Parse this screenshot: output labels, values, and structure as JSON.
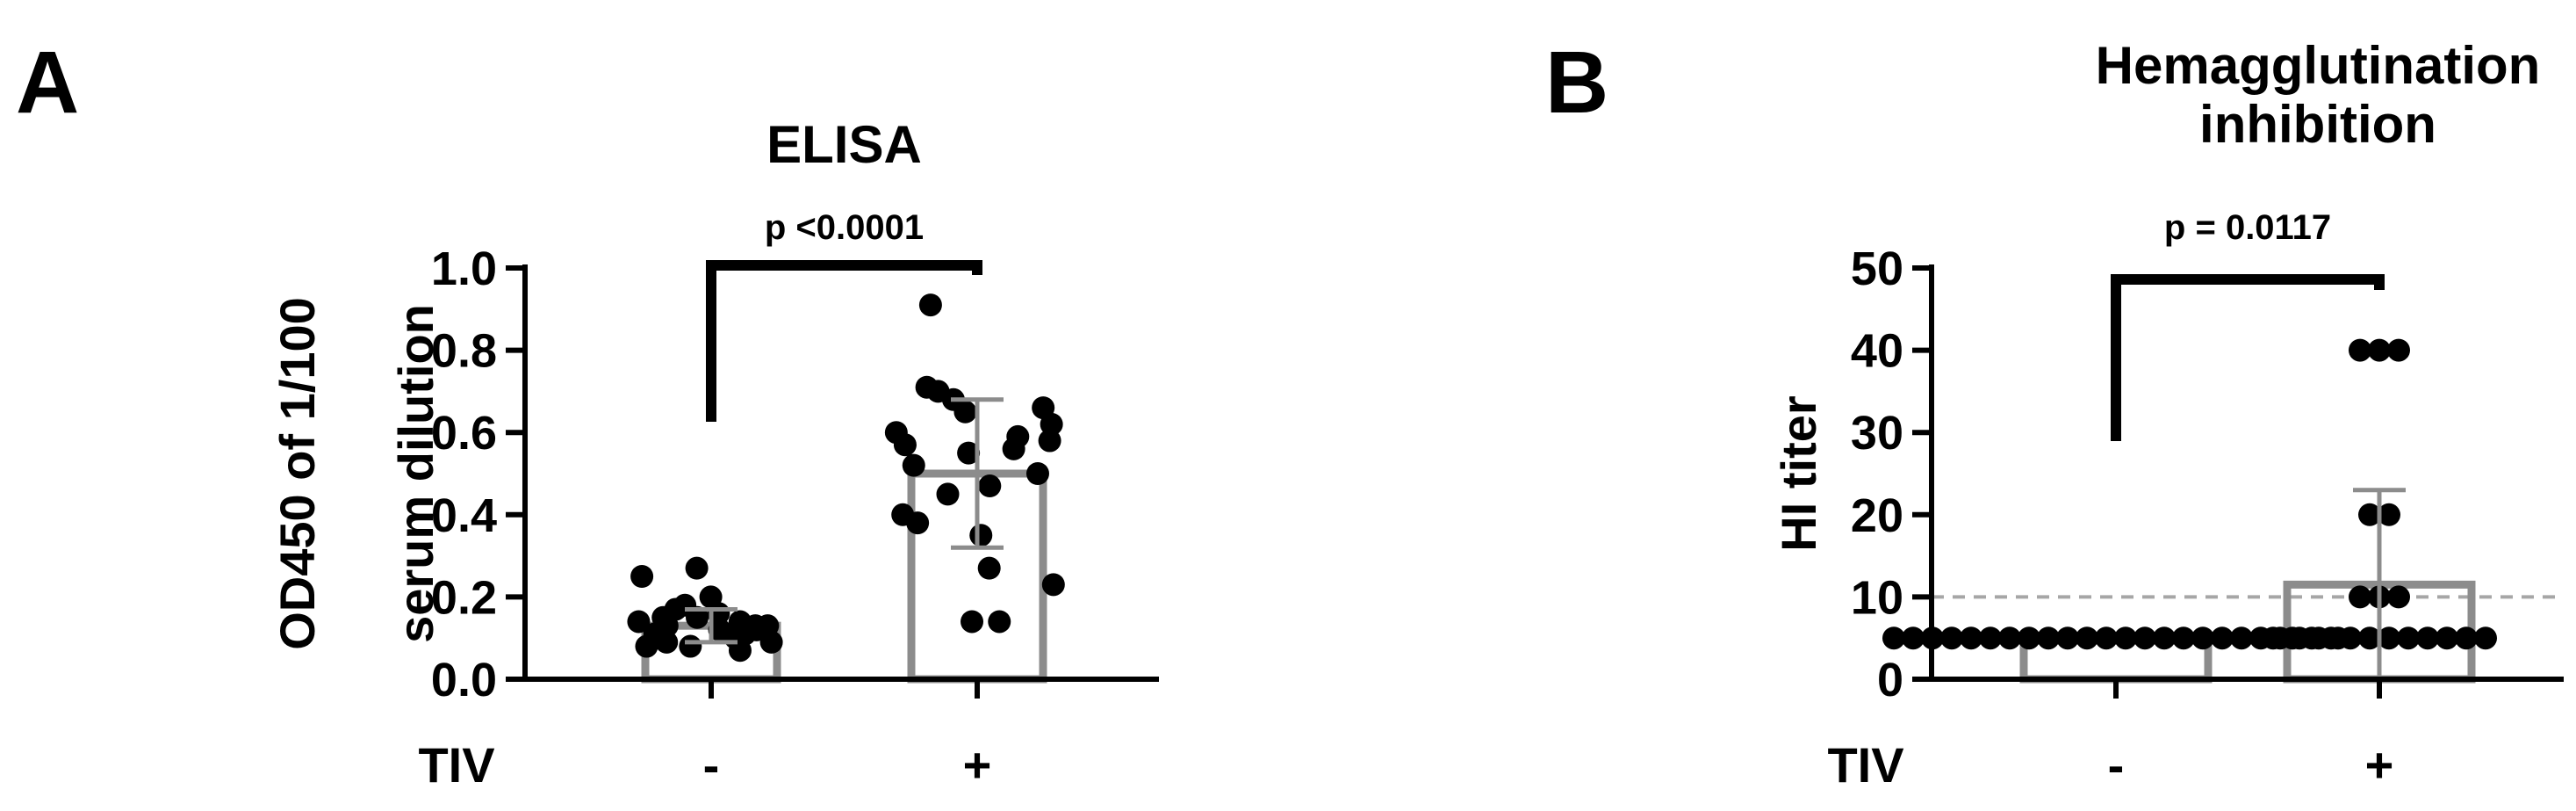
{
  "panels": {
    "A": {
      "letter": "A"
    },
    "B": {
      "letter": "B"
    }
  },
  "colors": {
    "bar": "#8c8c8c",
    "dots": "#000000",
    "threshold": "#a6a6a6"
  },
  "chart_data": [
    {
      "type": "bar",
      "panel": "A",
      "title": "ELISA",
      "ylabel_lines": [
        "OD450 of 1/100",
        "serum dilution"
      ],
      "xlabel": "TIV",
      "categories": [
        "-",
        "+"
      ],
      "values": [
        0.13,
        0.5
      ],
      "error_sd": [
        0.04,
        0.18
      ],
      "ylim": [
        0.0,
        1.0
      ],
      "yticks": [
        "0.0",
        "0.2",
        "0.4",
        "0.6",
        "0.8",
        "1.0"
      ],
      "ytick_values": [
        0.0,
        0.2,
        0.4,
        0.6,
        0.8,
        1.0
      ],
      "points": [
        [
          0.25,
          0.27,
          0.2,
          0.18,
          0.17,
          0.16,
          0.15,
          0.15,
          0.14,
          0.14,
          0.13,
          0.13,
          0.12,
          0.12,
          0.11,
          0.1,
          0.1,
          0.09,
          0.09,
          0.08,
          0.08,
          0.07,
          0.13,
          0.11
        ],
        [
          0.91,
          0.71,
          0.7,
          0.68,
          0.66,
          0.65,
          0.62,
          0.6,
          0.59,
          0.58,
          0.57,
          0.56,
          0.55,
          0.52,
          0.5,
          0.47,
          0.45,
          0.4,
          0.38,
          0.35,
          0.27,
          0.23,
          0.14,
          0.14
        ]
      ],
      "comparison": {
        "p_value": "p <0.0001"
      },
      "grid": false
    },
    {
      "type": "bar",
      "panel": "B",
      "title_lines": [
        "Hemagglutination",
        "inhibition"
      ],
      "ylabel": "HI titer",
      "xlabel": "TIV",
      "categories": [
        "-",
        "+"
      ],
      "values": [
        5,
        11.5
      ],
      "error_sd": [
        0,
        11.5
      ],
      "ylim": [
        0,
        50
      ],
      "yticks": [
        "0",
        "10",
        "20",
        "30",
        "40",
        "50"
      ],
      "ytick_values": [
        0,
        10,
        20,
        30,
        40,
        50
      ],
      "threshold": 10,
      "points": [
        [
          5,
          5,
          5,
          5,
          5,
          5,
          5,
          5,
          5,
          5,
          5,
          5,
          5,
          5,
          5,
          5,
          5,
          5,
          5,
          5,
          5,
          5,
          5,
          5
        ],
        [
          40,
          40,
          40,
          20,
          20,
          10,
          10,
          10,
          5,
          5,
          5,
          5,
          5,
          5,
          5,
          5,
          5,
          5,
          5,
          5
        ]
      ],
      "comparison": {
        "p_value": "p = 0.0117"
      },
      "grid": false
    }
  ]
}
